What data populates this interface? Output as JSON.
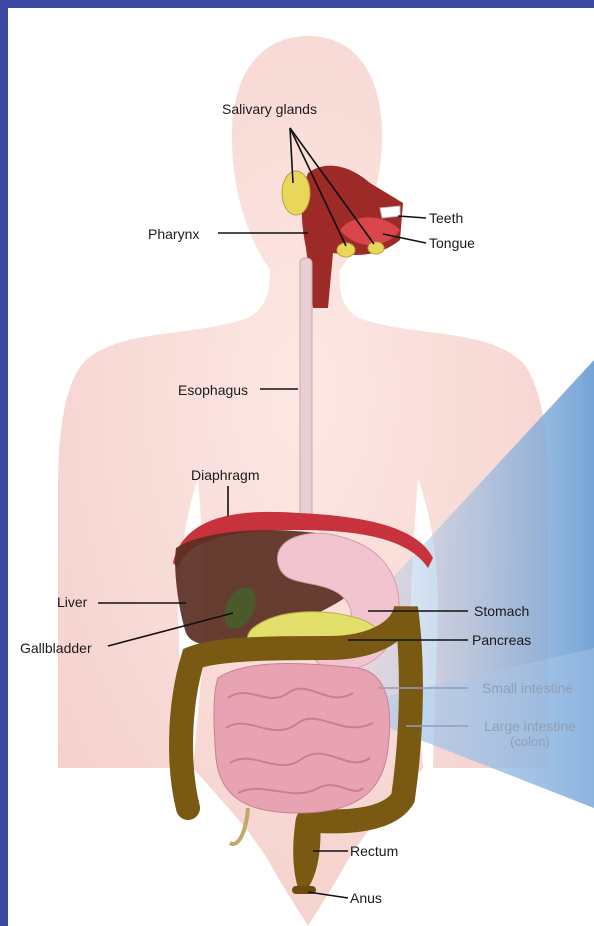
{
  "labels": {
    "salivary_glands": "Salivary glands",
    "pharynx": "Pharynx",
    "teeth": "Teeth",
    "tongue": "Tongue",
    "esophagus": "Esophagus",
    "diaphragm": "Diaphragm",
    "liver": "Liver",
    "gallbladder": "Gallbladder",
    "stomach": "Stomach",
    "pancreas": "Pancreas",
    "small_intestine": "Small intestine",
    "large_intestine": "Large intestine",
    "large_intestine_sub": "(colon)",
    "rectum": "Rectum",
    "anus": "Anus"
  },
  "colors": {
    "frame": "#3d4aa3",
    "body": "#f9dcd8",
    "liver": "#5a2e22",
    "stomach": "#f2c4cf",
    "intestine": "#e8a3b3",
    "colon": "#7a5a12",
    "pancreas": "#e2df6a",
    "highlight": "#8fb6e0"
  }
}
